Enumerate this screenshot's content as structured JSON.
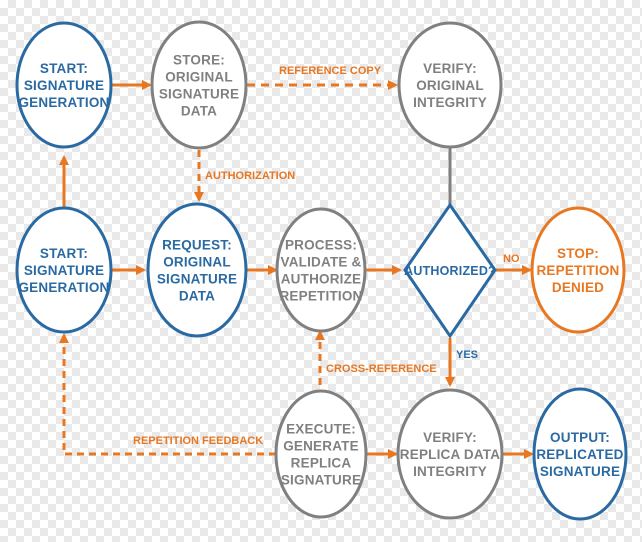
{
  "colors": {
    "blue": "#2a6aa3",
    "gray": "#808080",
    "orange": "#e87722",
    "fill": "#ffffff"
  },
  "nodes": {
    "start_top": {
      "lines": [
        "START:",
        "SIGNATURE",
        "GENERATION"
      ],
      "color": "blue"
    },
    "store": {
      "lines": [
        "STORE:",
        "ORIGINAL",
        "SIGNATURE",
        "DATA"
      ],
      "color": "gray"
    },
    "verify_original": {
      "lines": [
        "VERIFY:",
        "ORIGINAL",
        "INTEGRITY"
      ],
      "color": "gray"
    },
    "start_mid": {
      "lines": [
        "START:",
        "SIGNATURE",
        "GENERATION"
      ],
      "color": "blue"
    },
    "request": {
      "lines": [
        "REQUEST:",
        "ORIGINAL",
        "SIGNATURE",
        "DATA"
      ],
      "color": "blue"
    },
    "process": {
      "lines": [
        "PROCESS:",
        "VALIDATE &",
        "AUTHORIZE",
        "REPETITION"
      ],
      "color": "gray"
    },
    "decision": {
      "lines": [
        "AUTHORIZED?"
      ],
      "color": "blue"
    },
    "stop": {
      "lines": [
        "STOP:",
        "REPETITION",
        "DENIED"
      ],
      "color": "orange"
    },
    "execute": {
      "lines": [
        "EXECUTE:",
        "GENERATE",
        "REPLICA",
        "SIGNATURE"
      ],
      "color": "gray"
    },
    "verify_replica": {
      "lines": [
        "VERIFY:",
        "REPLICA DATA",
        "INTEGRITY"
      ],
      "color": "gray"
    },
    "output": {
      "lines": [
        "OUTPUT:",
        "REPLICATED",
        "SIGNATURE"
      ],
      "color": "blue"
    }
  },
  "edge_labels": {
    "reference_copy": "REFERENCE COPY",
    "authorization": "AUTHORIZATION",
    "cross_reference": "CROSS-REFERENCE",
    "repetition_feedback": "REPETITION FEEDBACK",
    "no": "NO",
    "yes": "YES"
  }
}
